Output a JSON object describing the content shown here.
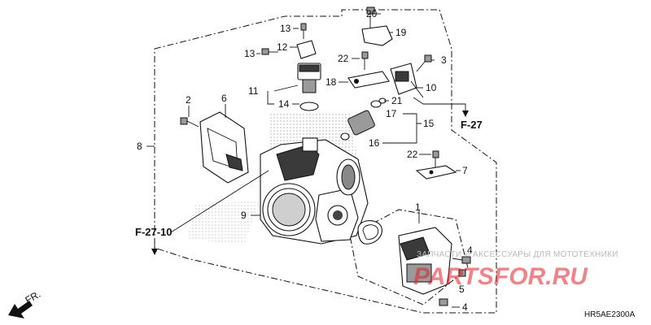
{
  "callouts": {
    "c1": "1",
    "c2": "2",
    "c3": "3",
    "c4a": "4",
    "c4b": "4",
    "c5": "5",
    "c6": "6",
    "c7": "7",
    "c8": "8",
    "c9": "9",
    "c10": "10",
    "c11": "11",
    "c12": "12",
    "c13a": "13",
    "c13b": "13",
    "c14": "14",
    "c15": "15",
    "c16": "16",
    "c17": "17",
    "c18": "18",
    "c19": "19",
    "c20": "20",
    "c21": "21",
    "c22a": "22",
    "c22b": "22"
  },
  "references": {
    "f27": "F-27",
    "f2710": "F-27-10",
    "fr": "FR."
  },
  "diagram_code": "HR5AE2300A",
  "watermark": {
    "line1": "ЗАПЧАСТИ И АКСЕССУАРЫ ДЛЯ МОТОТЕХНИКИ",
    "line2": "PARTSFOR.RU"
  }
}
